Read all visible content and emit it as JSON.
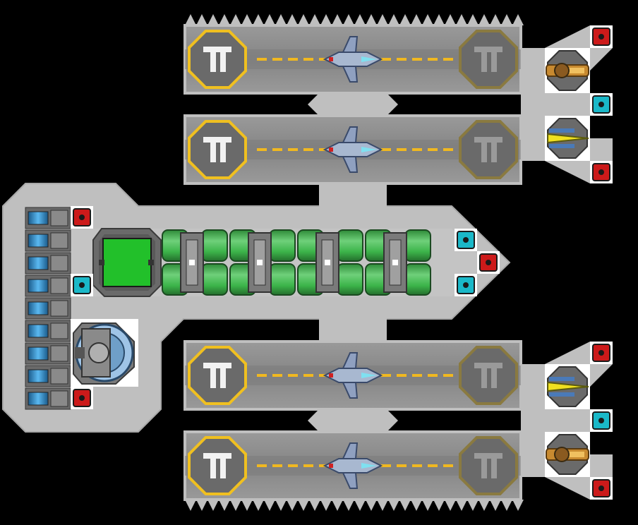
{
  "colors": {
    "background": "#000000",
    "hull": "#bfbfbf",
    "hull_edge": "#9a9a9a",
    "deck": "#8c8c8c",
    "deck_stripe": "#6f6f6f",
    "pad_active": "#f0c020",
    "pad_inactive": "#8a7a40",
    "lane_dash": "#f0b820",
    "cargo_green": "#3cb44a",
    "reactor_green": "#22c02a",
    "node_red": "#cc1a1a",
    "node_cyan": "#1ab8c8",
    "battery_blue": "#3aa0e0"
  },
  "ship": {
    "hangars": [
      {
        "id": "hangar-1",
        "craft_icon": "fighter-icon"
      },
      {
        "id": "hangar-2",
        "craft_icon": "fighter-icon"
      },
      {
        "id": "hangar-3",
        "craft_icon": "fighter-icon"
      },
      {
        "id": "hangar-4",
        "craft_icon": "fighter-icon"
      }
    ],
    "turrets": [
      {
        "id": "turret-1",
        "type": "cannon-turret-icon"
      },
      {
        "id": "turret-2",
        "type": "laser-turret-icon"
      },
      {
        "id": "turret-3",
        "type": "laser-turret-icon"
      },
      {
        "id": "turret-4",
        "type": "cannon-turret-icon"
      }
    ],
    "cargo_modules": 4,
    "battery_cells": 9,
    "reactor_icon": "reactor-core-icon",
    "shield_icon": "shield-generator-icon",
    "thruster_nodes": [
      "red",
      "red",
      "cyan",
      "red",
      "cyan",
      "red",
      "red",
      "cyan",
      "cyan",
      "red",
      "red"
    ]
  }
}
